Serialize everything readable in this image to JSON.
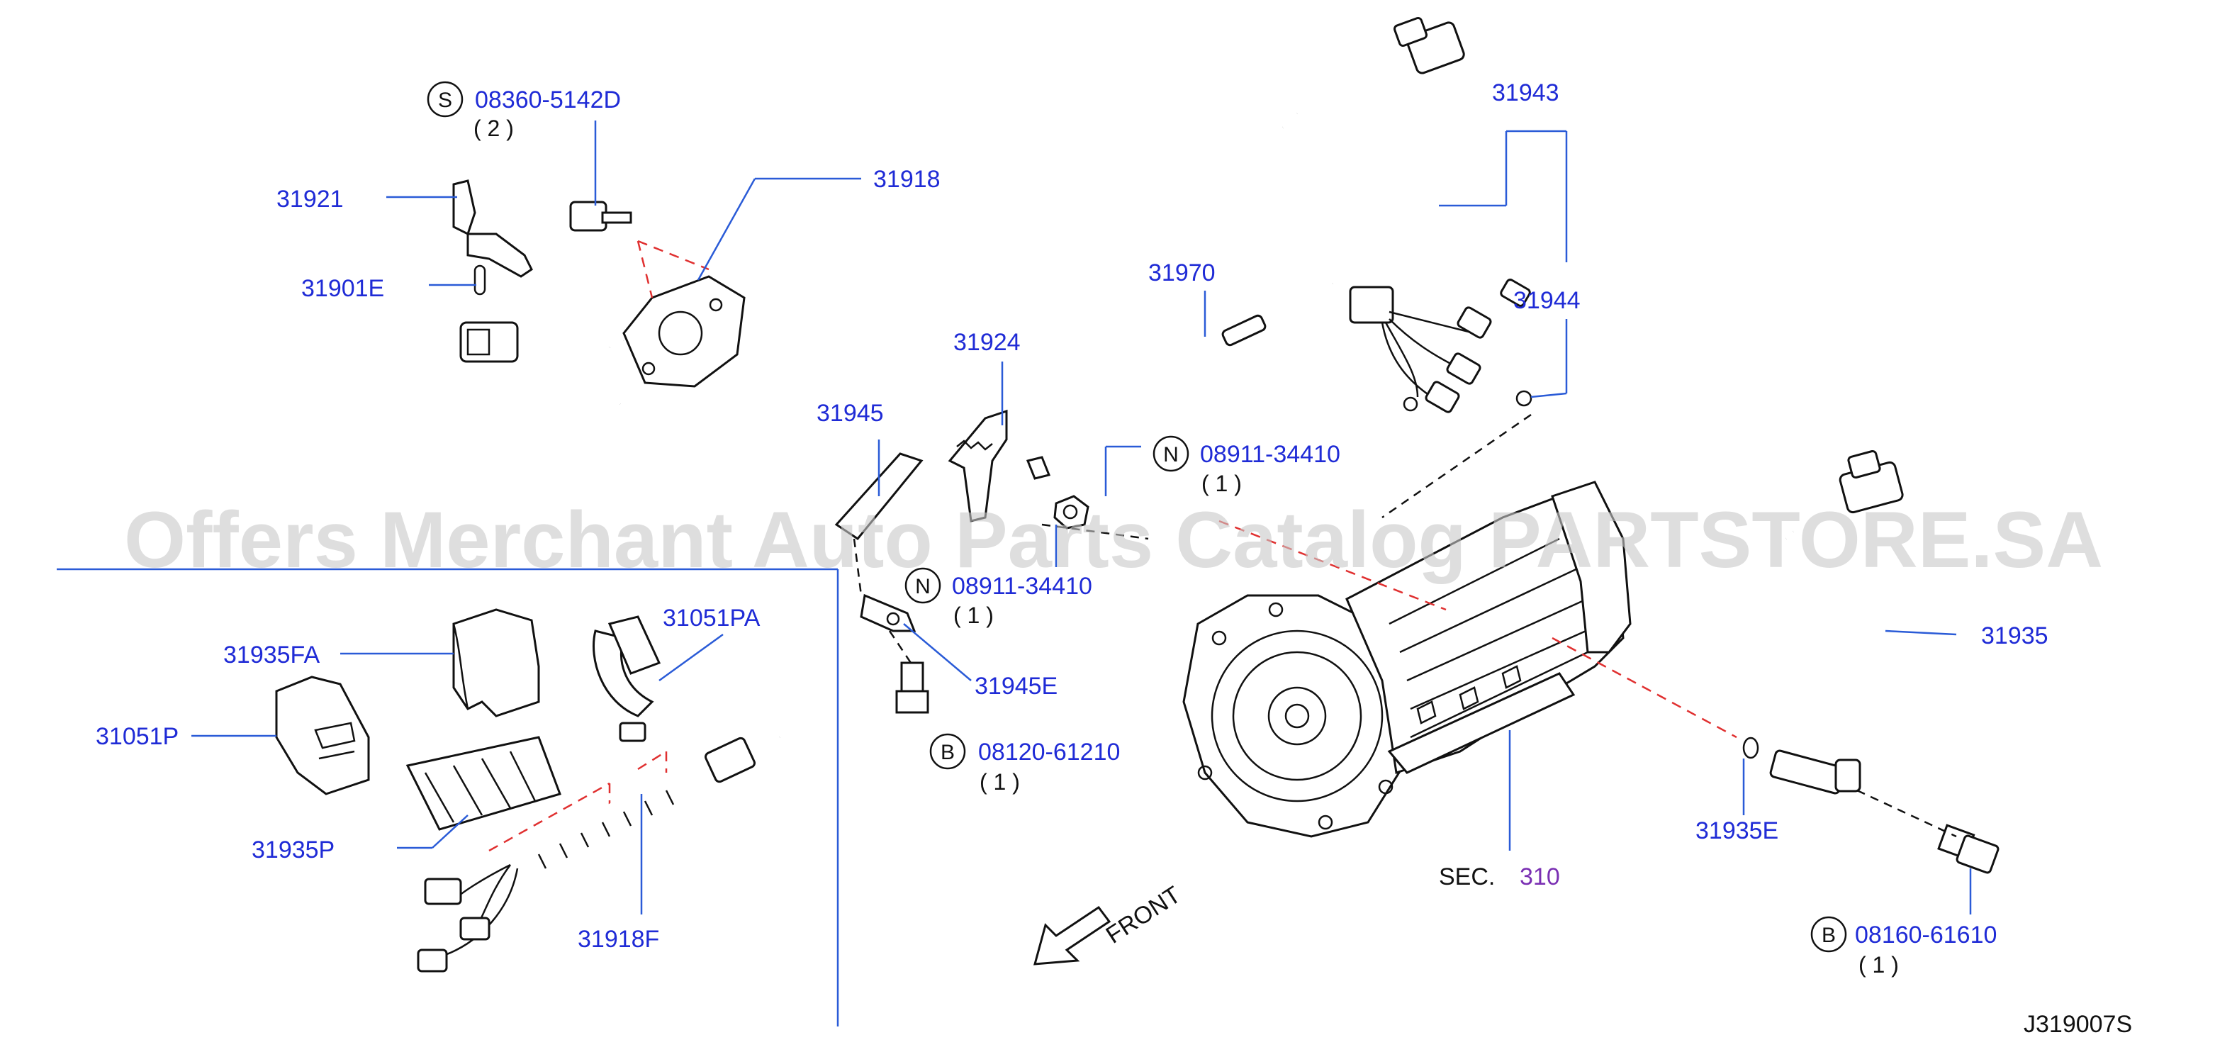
{
  "watermark": "Offers Merchant Auto Parts Catalog PARTSTORE.SA",
  "diagram_code": "J319007S",
  "front_label": "FRONT",
  "section": {
    "prefix": "SEC.",
    "number": "310"
  },
  "parts": {
    "p31943": "31943",
    "p31944": "31944",
    "p31970": "31970",
    "p31918": "31918",
    "p31921": "31921",
    "p31901E": "31901E",
    "p31924": "31924",
    "p31945": "31945",
    "p31945E": "31945E",
    "p31935": "31935",
    "p31935E": "31935E",
    "p31935FA": "31935FA",
    "p31051P": "31051P",
    "p31051PA": "31051PA",
    "p31935P": "31935P",
    "p31918F": "31918F"
  },
  "fasteners": [
    {
      "mark": "S",
      "part": "08360-5142D",
      "qty": "( 2 )"
    },
    {
      "mark": "N",
      "part": "08911-34410",
      "qty": "( 1 )"
    },
    {
      "mark": "N",
      "part": "08911-34410",
      "qty": "( 1 )"
    },
    {
      "mark": "B",
      "part": "08120-61210",
      "qty": "( 1 )"
    },
    {
      "mark": "B",
      "part": "08160-61610",
      "qty": "( 1 )"
    }
  ]
}
